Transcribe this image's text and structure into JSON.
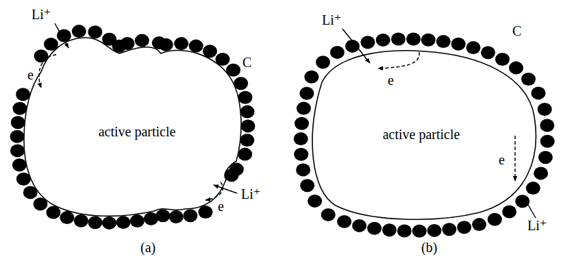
{
  "diagram": {
    "nodes": [
      {
        "text": [
          "active particle"
        ]
      },
      {
        "text": [
          "active particle"
        ]
      }
    ],
    "labels": [
      "Li⁺",
      "e",
      "C",
      "e",
      "Li⁺",
      "(a)",
      "Li⁺",
      "e",
      "C",
      "e",
      "Li⁺",
      "(b)"
    ]
  }
}
